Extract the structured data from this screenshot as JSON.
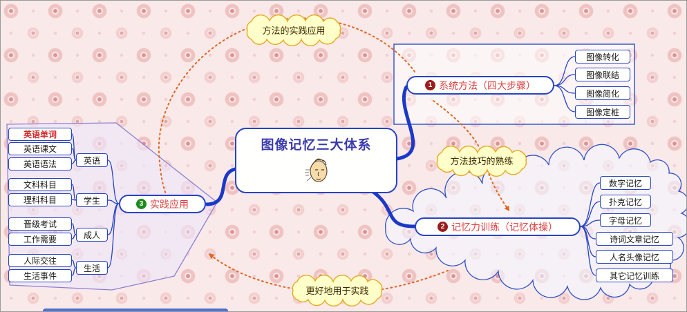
{
  "center": {
    "title": "图像记忆三大体系"
  },
  "branches": [
    {
      "num": "1",
      "label": "系统方法（四大步骤）",
      "children": [
        "图像转化",
        "图像联结",
        "图像简化",
        "图像定桩"
      ]
    },
    {
      "num": "2",
      "label": "记忆力训练（记忆体操）",
      "children": [
        "数字记忆",
        "扑克记忆",
        "字母记忆",
        "诗词文章记忆",
        "人名头像记忆",
        "其它记忆训练"
      ]
    },
    {
      "num": "3",
      "label": "实践应用",
      "groups": [
        {
          "label": "英语",
          "items": [
            "英语单词",
            "英语课文",
            "英语语法"
          ]
        },
        {
          "label": "学生",
          "items": [
            "文科科目",
            "理科科目"
          ]
        },
        {
          "label": "成人",
          "items": [
            "晋级考试",
            "工作需要"
          ]
        },
        {
          "label": "生活",
          "items": [
            "人际交往",
            "生活事件"
          ]
        }
      ]
    }
  ],
  "callouts": [
    "方法的实践应用",
    "方法技巧的熟练",
    "更好地用于实践"
  ],
  "colors": {
    "node_border": "#2743c8",
    "branch_text": "#e04040",
    "center_text": "#3b3bb0",
    "badge_red": "#9c1c1c",
    "badge_green": "#1f8a1f",
    "callout_bg": "#ffffc9",
    "callout_border": "#e8a81e",
    "cycle_arrow": "#e2641e",
    "background": "#f9e9e9"
  }
}
